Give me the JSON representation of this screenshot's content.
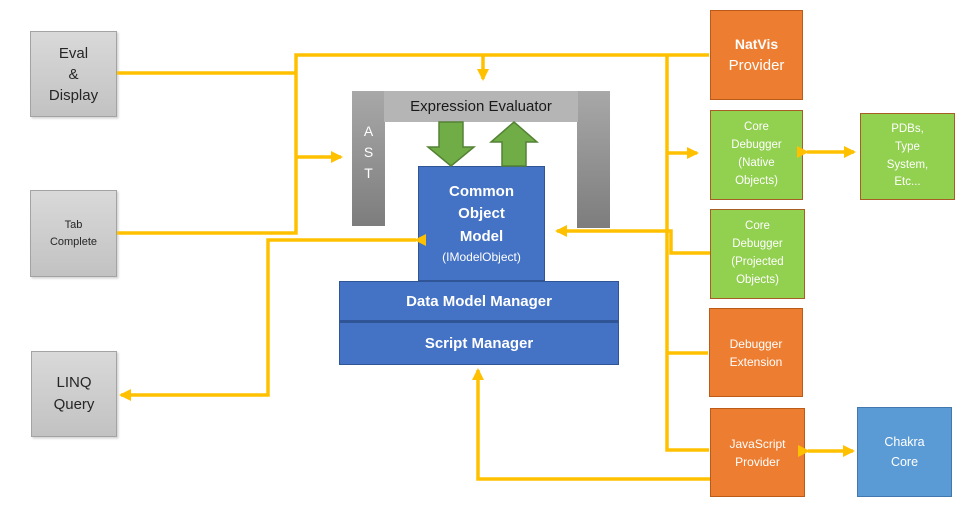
{
  "diagram": {
    "description": "Debugger data model architecture diagram",
    "colors": {
      "connector": "#FFC000",
      "block_arrow_green": "#70AD47",
      "orange_fill": "#ED7D31",
      "green_fill": "#92D050",
      "blue_fill": "#4472C4",
      "light_blue_fill": "#5B9BD5",
      "gray_fill": "#D9D9D9",
      "pillar_gray": "#9E9E9E"
    },
    "nodes": {
      "eval_display": {
        "label": "Eval\n&\nDisplay"
      },
      "tab_complete": {
        "label": "Tab\nComplete"
      },
      "linq_query": {
        "label": "LINQ\nQuery"
      },
      "expression_evaluator": {
        "label": "Expression Evaluator"
      },
      "ast": {
        "label": "A\nS\nT"
      },
      "common_object_model": {
        "title": "Common\nObject\nModel",
        "subtitle": "(IModelObject)"
      },
      "data_model_manager": {
        "label": "Data Model Manager"
      },
      "script_manager": {
        "label": "Script Manager"
      },
      "natvis_provider": {
        "title": "NatVis",
        "subtitle": "Provider"
      },
      "core_debugger_native": {
        "label": "Core\nDebugger\n(Native\nObjects)"
      },
      "pdbs": {
        "label": "PDBs,\nType\nSystem,\nEtc..."
      },
      "core_debugger_projected": {
        "label": "Core\nDebugger\n(Projected\nObjects)"
      },
      "debugger_extension": {
        "label": "Debugger\nExtension"
      },
      "javascript_provider": {
        "label": "JavaScript\nProvider"
      },
      "chakra_core": {
        "label": "Chakra\nCore"
      }
    },
    "edges": [
      {
        "id": "eval-to-hub",
        "from": "eval_display",
        "to": "left-hub",
        "arrow": "none"
      },
      {
        "id": "tab-to-hub",
        "from": "tab_complete",
        "to": "left-hub",
        "arrow": "none"
      },
      {
        "id": "hub-to-ast",
        "from": "left-hub",
        "to": "ast",
        "arrow": "end"
      },
      {
        "id": "hub-to-expression-evaluator",
        "from": "left-hub",
        "to": "expression_evaluator",
        "arrow": "end"
      },
      {
        "id": "hub-to-natvis",
        "from": "left-hub",
        "to": "natvis_provider",
        "arrow": "none"
      },
      {
        "id": "expression-evaluator-to-com",
        "from": "expression_evaluator",
        "to": "common_object_model",
        "arrow": "block-down"
      },
      {
        "id": "com-to-expression-evaluator",
        "from": "common_object_model",
        "to": "expression_evaluator",
        "arrow": "block-up"
      },
      {
        "id": "com-linq",
        "from": "common_object_model",
        "to": "linq_query",
        "arrow": "both"
      },
      {
        "id": "trunk-to-core-native",
        "from": "right-trunk",
        "to": "core_debugger_native",
        "arrow": "end"
      },
      {
        "id": "projected-to-com",
        "from": "core_debugger_projected",
        "to": "common_object_model",
        "arrow": "end"
      },
      {
        "id": "trunk-to-debugger-extension",
        "from": "right-trunk",
        "to": "debugger_extension",
        "arrow": "none"
      },
      {
        "id": "trunk-to-javascript-provider",
        "from": "right-trunk",
        "to": "javascript_provider",
        "arrow": "none"
      },
      {
        "id": "javascript-to-script-manager",
        "from": "javascript_provider",
        "to": "script_manager",
        "arrow": "end"
      },
      {
        "id": "native-pdbs",
        "from": "core_debugger_native",
        "to": "pdbs",
        "arrow": "both"
      },
      {
        "id": "javascript-chakra",
        "from": "javascript_provider",
        "to": "chakra_core",
        "arrow": "both"
      }
    ]
  }
}
